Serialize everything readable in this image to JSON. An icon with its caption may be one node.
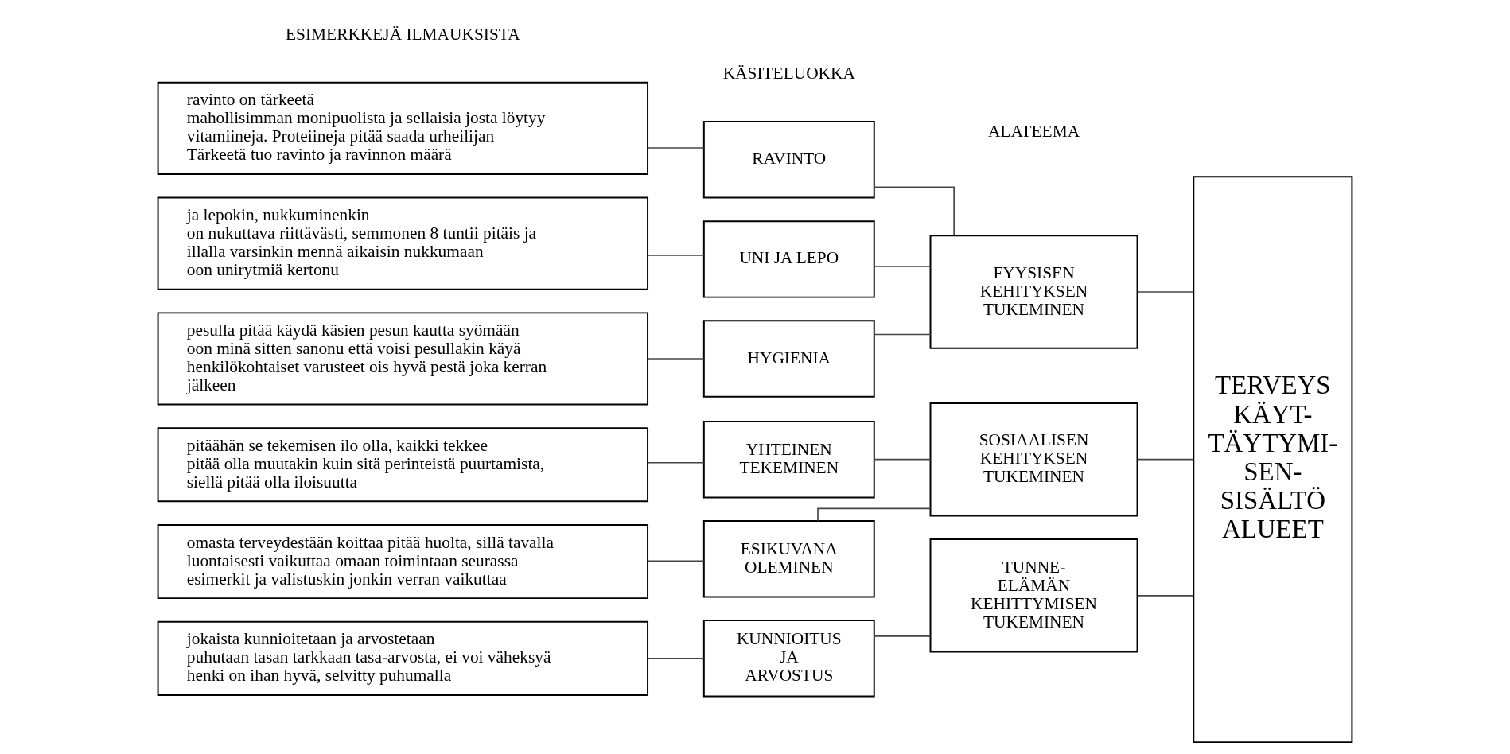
{
  "diagram": {
    "nodes": [
      {
        "text": [
          "ravinto on tärkeetä",
          "mahollisimman monipuolista ja sellaisia josta löytyy vitamiineja. Proteiineja pitää saada urheilijan",
          "Tärkeetä tuo ravinto ja ravinnon määrä"
        ]
      },
      {
        "text": [
          "ja lepokin, nukkuminenkin",
          "on nukuttava riittävästi, semmonen 8 tuntii pitäis ja illalla varsinkin mennä aikaisin nukkumaan",
          "oon unirytmiä kertonu"
        ]
      },
      {
        "text": [
          "pesulla pitää käydä käsien pesun kautta syömään",
          "oon minä sitten sanonu että voisi pesullakin käyä",
          "henkilökohtaiset varusteet ois hyvä pestä joka kerran jälkeen"
        ]
      },
      {
        "text": [
          "pitäähän se tekemisen ilo olla, kaikki tekkee",
          "pitää olla muutakin kuin sitä perinteistä puurtamista, siellä pitää olla iloisuutta"
        ]
      },
      {
        "text": [
          "omasta terveydestään koittaa pitää huolta, sillä tavalla luontaisesti vaikuttaa omaan toimintaan seurassa",
          "esimerkit ja valistuskin jonkin verran vaikuttaa"
        ]
      },
      {
        "text": [
          "jokaista kunnioitetaan ja arvostetaan",
          "puhutaan tasan tarkkaan tasa-arvosta, ei voi väheksyä",
          "henki on ihan hyvä, selvitty puhumalla"
        ]
      },
      {
        "text": [
          "RAVINTO"
        ]
      },
      {
        "text": [
          "UNI JA LEPO"
        ]
      },
      {
        "text": [
          "HYGIENIA"
        ]
      },
      {
        "text": [
          "YHTEINEN TEKEMINEN"
        ]
      },
      {
        "text": [
          "ESIKUVANA OLEMINEN"
        ]
      },
      {
        "text": [
          "KUNNIOITUS JA ARVOSTUS"
        ]
      },
      {
        "text": [
          "FYYSISEN KEHITYKSEN TUKEMINEN"
        ]
      },
      {
        "text": [
          "SOSIAALISEN KEHITYKSEN TUKEMINEN"
        ]
      },
      {
        "text": [
          "TUNNE- ELÄMÄN KEHITTYMISEN TUKEMINEN"
        ]
      },
      {
        "text": [
          "TERVEYS KÄYT- TÄYTYMI- SEN- SISÄLTÖ ALUEET"
        ]
      }
    ],
    "edges": [
      {
        "from": 0,
        "to": 6,
        "arrow": "none"
      },
      {
        "from": 1,
        "to": 7,
        "arrow": "none"
      },
      {
        "from": 2,
        "to": 8,
        "arrow": "none"
      },
      {
        "from": 3,
        "to": 9,
        "arrow": "none"
      },
      {
        "from": 4,
        "to": 10,
        "arrow": "none"
      },
      {
        "from": 5,
        "to": 11,
        "arrow": "none"
      },
      {
        "from": 6,
        "to": 12,
        "arrow": "none"
      },
      {
        "from": 7,
        "to": 12,
        "arrow": "none"
      },
      {
        "from": 8,
        "to": 12,
        "arrow": "none"
      },
      {
        "from": 9,
        "to": 13,
        "arrow": "none"
      },
      {
        "from": 10,
        "to": 13,
        "arrow": "none"
      },
      {
        "from": 11,
        "to": 14,
        "arrow": "none"
      },
      {
        "from": 12,
        "to": 15,
        "arrow": "none"
      },
      {
        "from": 13,
        "to": 15,
        "arrow": "none"
      },
      {
        "from": 14,
        "to": 15,
        "arrow": "none"
      }
    ],
    "labels": [
      "ESIMERKKEJÄ ILMAUKSISTA",
      "KÄSITELUOKKA",
      "ALATEEMA"
    ]
  }
}
